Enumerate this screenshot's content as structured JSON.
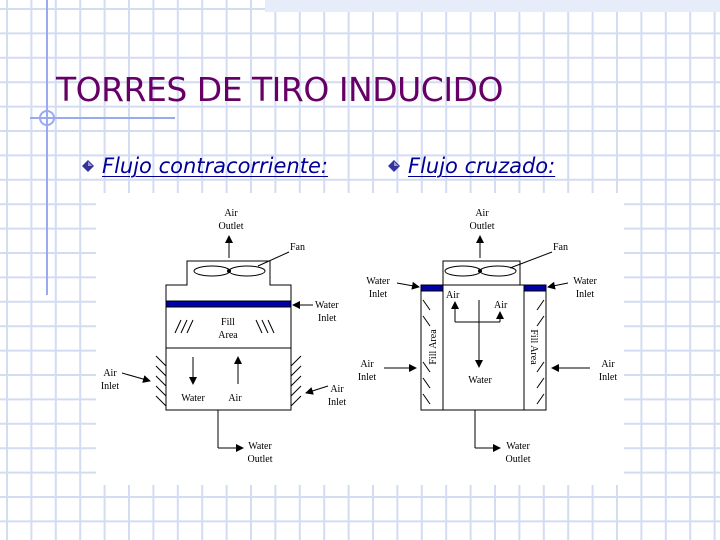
{
  "slide": {
    "title": "TORRES DE TIRO INDUCIDO",
    "bullets": [
      {
        "label": "Flujo contracorriente:"
      },
      {
        "label": "Flujo cruzado:"
      }
    ]
  },
  "colors": {
    "title": "#660066",
    "bullet_text": "#000099",
    "grid_line": "#d4dcf4",
    "accent_line": "#99aaee",
    "fill_band": "#0000aa",
    "bullet_diamond": "#333399"
  },
  "diagrams": {
    "counterflow": {
      "air_outlet": [
        "Air",
        "Outlet"
      ],
      "fan": "Fan",
      "water_inlet": [
        "Water",
        "Inlet"
      ],
      "fill_area": [
        "Fill",
        "Area"
      ],
      "air_inlet_left": [
        "Air",
        "Inlet"
      ],
      "air_inlet_right": [
        "Air",
        "Inlet"
      ],
      "water": "Water",
      "air": "Air",
      "water_outlet": [
        "Water",
        "Outlet"
      ]
    },
    "crossflow": {
      "air_outlet": [
        "Air",
        "Outlet"
      ],
      "fan": "Fan",
      "water_inlet_left": [
        "Water",
        "Inlet"
      ],
      "water_inlet_right": [
        "Water",
        "Inlet"
      ],
      "air_left": "Air",
      "air_right": "Air",
      "fill_area_left": "Fill Area",
      "fill_area_right": "Fill Area",
      "water": "Water",
      "air_inlet_left": [
        "Air",
        "Inlet"
      ],
      "air_inlet_right": [
        "Air",
        "Inlet"
      ],
      "water_outlet": [
        "Water",
        "Outlet"
      ]
    }
  }
}
